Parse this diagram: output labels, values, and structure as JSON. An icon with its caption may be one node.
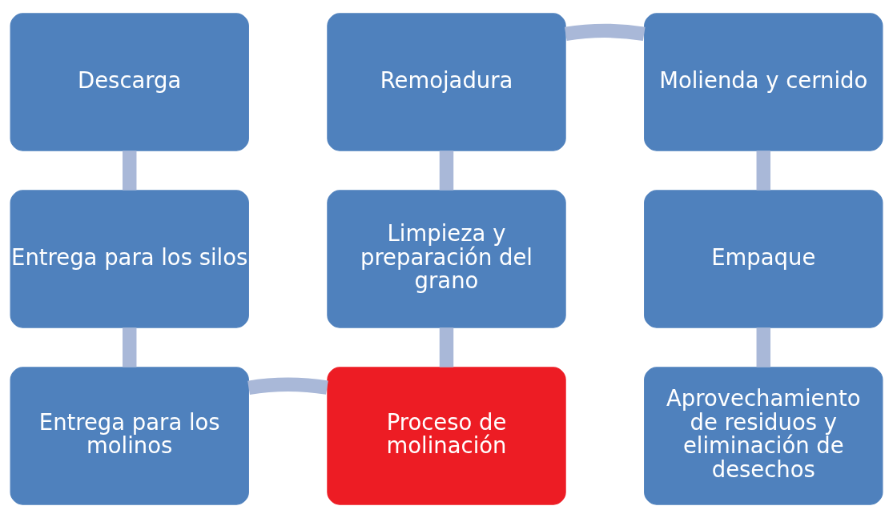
{
  "diagram": {
    "nodes": [
      {
        "text": [
          "Descarga"
        ]
      },
      {
        "text": [
          "Entrega para los silos"
        ]
      },
      {
        "text": [
          "Entrega para los molinos"
        ]
      },
      {
        "text": [
          "Proceso de molinación"
        ]
      },
      {
        "text": [
          "Limpieza y preparación del grano"
        ]
      },
      {
        "text": [
          "Remojadura"
        ]
      },
      {
        "text": [
          "Molienda y cernido"
        ]
      },
      {
        "text": [
          "Empaque"
        ]
      },
      {
        "text": [
          "Aprovechamiento de residuos y eliminación de desechos"
        ]
      }
    ],
    "edges": [
      {
        "from": 0,
        "to": 1,
        "arrow": "none"
      },
      {
        "from": 1,
        "to": 2,
        "arrow": "none"
      },
      {
        "from": 2,
        "to": 3,
        "arrow": "none"
      },
      {
        "from": 3,
        "to": 4,
        "arrow": "none"
      },
      {
        "from": 4,
        "to": 5,
        "arrow": "none"
      },
      {
        "from": 5,
        "to": 6,
        "arrow": "none"
      },
      {
        "from": 6,
        "to": 7,
        "arrow": "none"
      },
      {
        "from": 7,
        "to": 8,
        "arrow": "none"
      }
    ]
  }
}
